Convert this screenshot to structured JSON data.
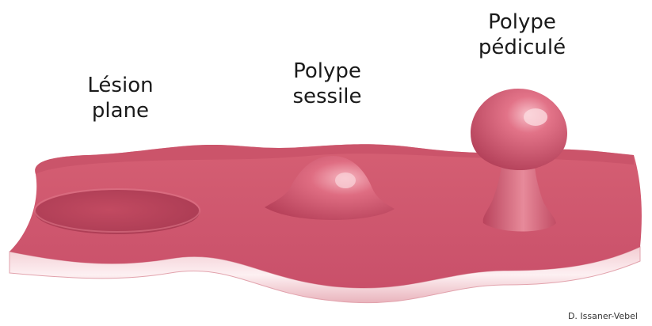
{
  "labels": {
    "flat_line1": "Lésion",
    "flat_line2": "plane",
    "sessile_line1": "Polype",
    "sessile_line2": "sessile",
    "pedunculated_line1": "Polype",
    "pedunculated_line2": "pédiculé"
  },
  "credit": "D. Issaner-Vebel",
  "colors": {
    "mucosa": "#d35a6f",
    "mucosa_dark": "#b9445a",
    "edge_light": "#fbe3e6",
    "edge_mid": "#f1c4cb",
    "polyp_highlight": "#f3a3b0"
  }
}
